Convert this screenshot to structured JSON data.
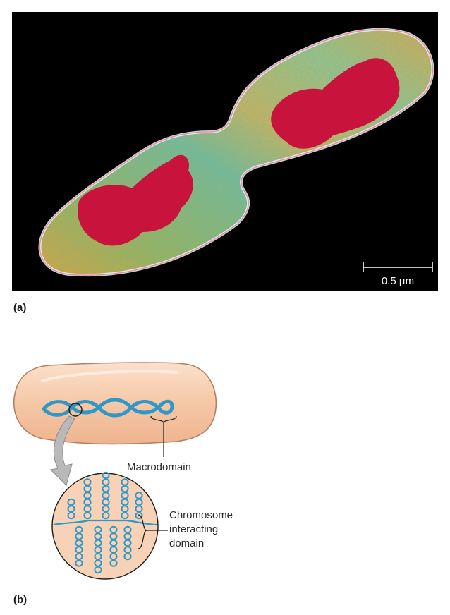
{
  "panel_a": {
    "label": "(a)",
    "scale_bar_label": "0.5 µm"
  },
  "panel_b": {
    "label": "(b)",
    "macrodomain_label": "Macrodomain",
    "cid_label_lines": [
      "Chromosome",
      "interacting",
      "domain"
    ]
  },
  "colors": {
    "cell_fill": "#f6c8a6",
    "cell_stroke": "#b77d62",
    "chromosome": "#2f98c9",
    "arrow": "#b9b9b9",
    "micrograph_bg": "#000000",
    "nucleoid": "#c8143c"
  }
}
